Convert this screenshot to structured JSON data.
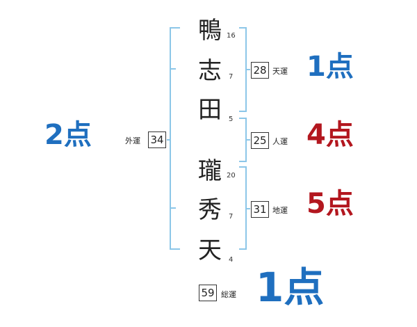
{
  "colors": {
    "bracket": "#8cc6e8",
    "score_blue": "#1f6fbf",
    "score_red": "#b3171f",
    "text": "#222222"
  },
  "characters": [
    {
      "char": "鴨",
      "strokes": "16"
    },
    {
      "char": "志",
      "strokes": "7"
    },
    {
      "char": "田",
      "strokes": "5"
    },
    {
      "char": "瓏",
      "strokes": "20"
    },
    {
      "char": "秀",
      "strokes": "7"
    },
    {
      "char": "天",
      "strokes": "4"
    }
  ],
  "fortunes": {
    "ten": {
      "value": "28",
      "label": "天運",
      "score": "1点",
      "color": "blue"
    },
    "jin": {
      "value": "25",
      "label": "人運",
      "score": "4点",
      "color": "red"
    },
    "chi": {
      "value": "31",
      "label": "地運",
      "score": "5点",
      "color": "red"
    },
    "gai": {
      "value": "34",
      "label": "外運",
      "score": "2点",
      "color": "blue"
    },
    "sou": {
      "value": "59",
      "label": "総運",
      "score": "1点",
      "color": "blue"
    }
  }
}
